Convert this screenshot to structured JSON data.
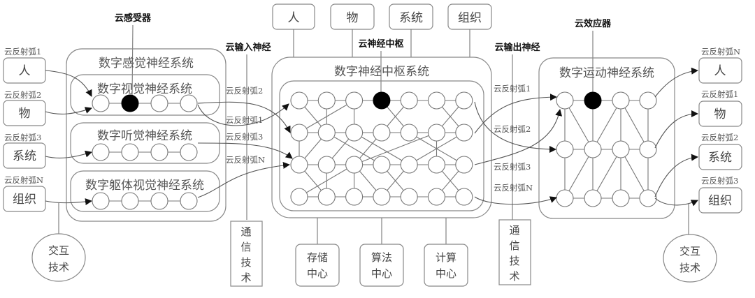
{
  "title_labels": {
    "cloud_receptor": "云感受器",
    "cloud_input_nerve": "云输入神经",
    "cloud_nerve_center": "云神经中枢",
    "cloud_output_nerve": "云输出神经",
    "cloud_effector": "云效应器"
  },
  "left_inputs": [
    {
      "arc": "云反射弧1",
      "label": "人"
    },
    {
      "arc": "云反射弧2",
      "label": "物"
    },
    {
      "arc": "云反射弧3",
      "label": "系统"
    },
    {
      "arc": "云反射弧N",
      "label": "组织"
    }
  ],
  "sensory_system": {
    "title": "数字感觉神经系统",
    "subsystems": [
      {
        "title": "数字视觉神经系统",
        "active_node": 1
      },
      {
        "title": "数字听觉神经系统",
        "active_node": -1
      },
      {
        "title": "数字躯体视觉神经系统",
        "active_node": -1
      }
    ]
  },
  "input_arcs": [
    "云反射弧2",
    "云反射弧1",
    "云反射弧3",
    "云反射弧N"
  ],
  "top_entities": [
    "人",
    "物",
    "系统",
    "组织"
  ],
  "central_system": {
    "title": "数字神经中枢系统",
    "rows": 4,
    "cols": 7,
    "active_node": [
      0,
      3
    ]
  },
  "bottom_centers": [
    {
      "line1": "存储",
      "line2": "中心"
    },
    {
      "line1": "算法",
      "line2": "中心"
    },
    {
      "line1": "计算",
      "line2": "中心"
    }
  ],
  "output_arcs": [
    "云反射弧1",
    "云反射弧2",
    "云反射弧3",
    "云反射弧N"
  ],
  "motor_system": {
    "title": "数字运动神经系统",
    "rows": 3,
    "cols": 4,
    "active_node": [
      0,
      1
    ]
  },
  "right_outputs": [
    {
      "arc": "云反射弧N",
      "label": "人"
    },
    {
      "arc": "云反射弧1",
      "label": "物"
    },
    {
      "arc": "云反射弧2",
      "label": "系统"
    },
    {
      "arc": "云反射弧3",
      "label": "组织"
    }
  ],
  "communication_tech": [
    "通",
    "信",
    "技",
    "术"
  ],
  "interaction_tech": {
    "line1": "交互",
    "line2": "技术"
  }
}
